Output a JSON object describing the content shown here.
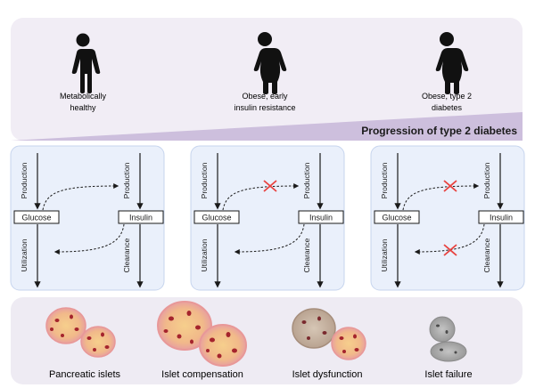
{
  "top": {
    "people": [
      {
        "label_lines": [
          "Metabolically",
          "healthy"
        ]
      },
      {
        "label_lines": [
          "Obese, early",
          "insulin resistance"
        ]
      },
      {
        "label_lines": [
          "Obese, type 2",
          "diabetes"
        ]
      }
    ],
    "progression_label": "Progression of type 2 diabetes"
  },
  "panels": [
    {
      "production_left": "Production",
      "production_right": "Production",
      "glucose": "Glucose",
      "insulin": "Insulin",
      "utilization": "Utilization",
      "clearance": "Clearance",
      "blocked_arrows": 0
    },
    {
      "production_left": "Production",
      "production_right": "Production",
      "glucose": "Glucose",
      "insulin": "Insulin",
      "utilization": "Utilization",
      "clearance": "Clearance",
      "blocked_arrows": 1
    },
    {
      "production_left": "Production",
      "production_right": "Production",
      "glucose": "Glucose",
      "insulin": "Insulin",
      "utilization": "Utilization",
      "clearance": "Clearance",
      "blocked_arrows": 2
    }
  ],
  "islets": {
    "labels": [
      "Pancreatic islets",
      "Islet compensation",
      "Islet dysfunction",
      "Islet failure"
    ]
  },
  "colors": {
    "top_bg": "#f1edf5",
    "wedge": "#cdbfdd",
    "panel_bg": "#eaf0fb",
    "panel_border": "#c7d5ee",
    "bottom_bg": "#eeebf3",
    "x_mark": "#e8423f",
    "islet_pink": "#eea4a1",
    "islet_core": "#f3c47f",
    "islet_spot": "#a5242d",
    "dysfunction_tan": "#c9b7a4",
    "failure_gray": "#a9a9a9"
  }
}
